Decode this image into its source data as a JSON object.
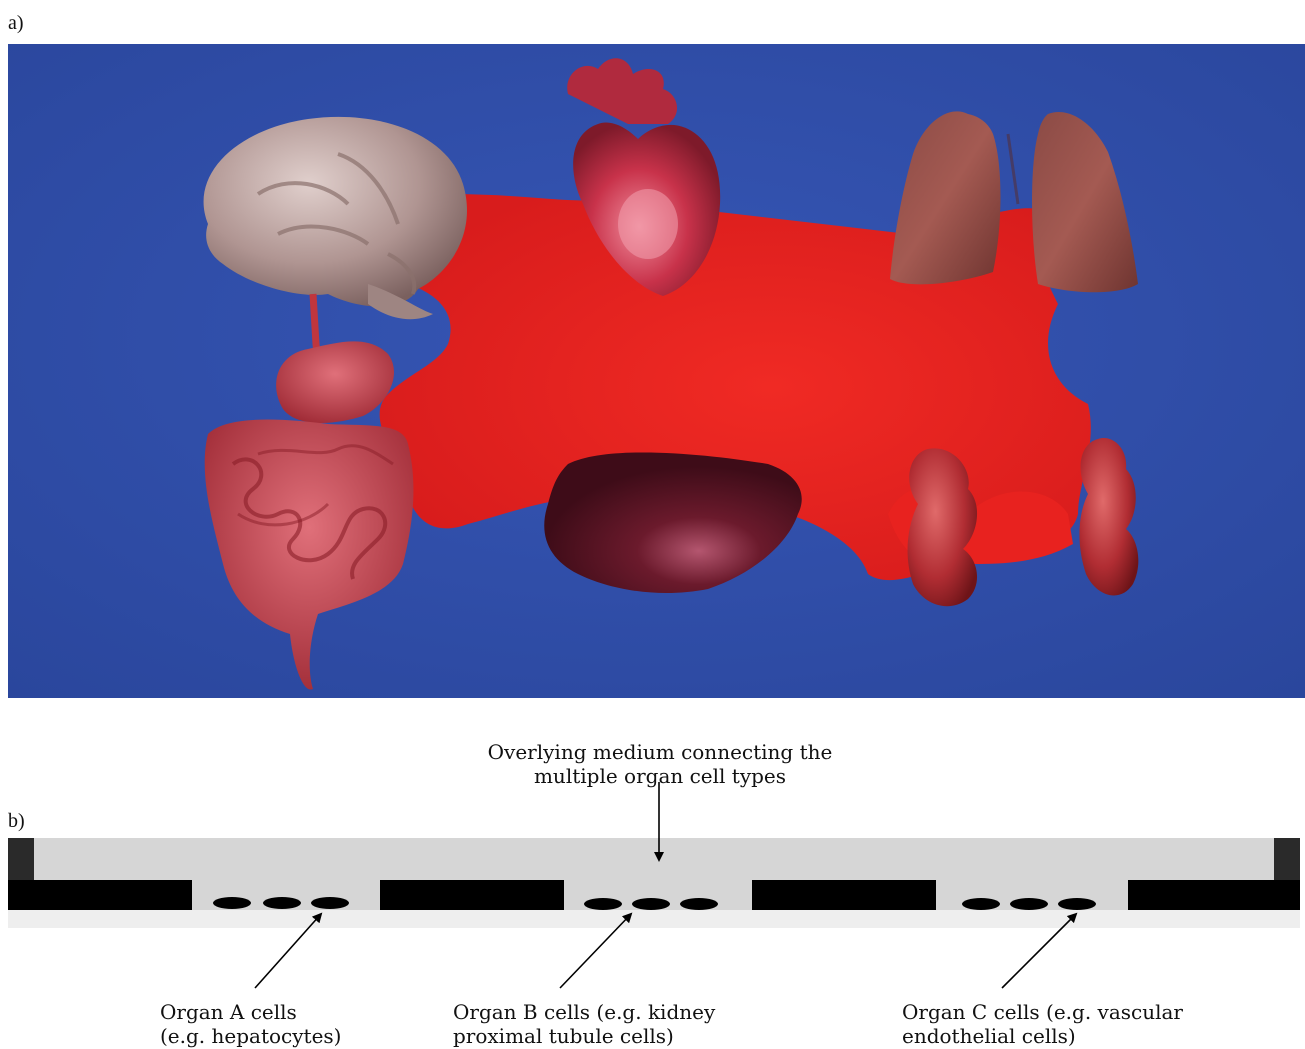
{
  "panel_a": {
    "label": "a)",
    "colors": {
      "background": "#2f4fa8",
      "medium": "#e8221f",
      "brain": "#b09592",
      "heart": "#c8324a",
      "lungs": "#9a4a44",
      "liver": "#5c1424",
      "kidneys": "#b12d33",
      "gut": "#c0363d"
    },
    "organs": [
      "brain",
      "heart",
      "lungs",
      "stomach",
      "intestines",
      "liver",
      "kidneys"
    ]
  },
  "panel_b": {
    "label": "b)",
    "top_annotation": [
      "Overlying medium connecting the",
      "multiple organ cell types"
    ],
    "organ_a": [
      "Organ A cells",
      "(e.g. hepatocytes)"
    ],
    "organ_b": [
      "Organ B cells (e.g. kidney",
      "proximal tubule cells)"
    ],
    "organ_c": [
      "Organ C cells (e.g. vascular",
      "endothelial cells)"
    ],
    "colors": {
      "medium": "#d6d6d6",
      "walls": "#000000",
      "frame": "#2a2a2a"
    }
  }
}
